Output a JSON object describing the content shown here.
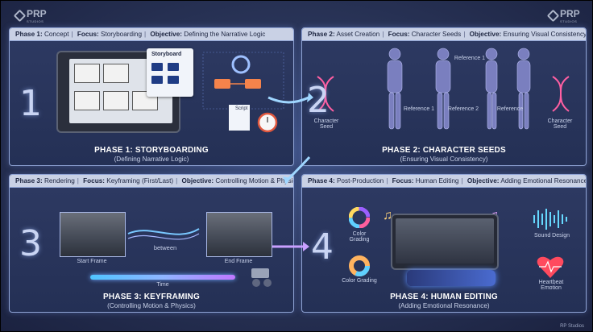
{
  "brand": {
    "top_left": "PRP",
    "top_left_sub": "STUDIOS",
    "top_right": "PRP",
    "top_right_sub": "STUDIOS",
    "footer": "RP Studios"
  },
  "panels": [
    {
      "number": "1",
      "header": {
        "phase": "Phase 1:",
        "phase_name": "Concept",
        "focus_label": "Focus:",
        "focus": "Storyboarding",
        "objective_label": "Objective:",
        "objective": "Defining the Narrative Logic"
      },
      "title": "PHASE 1: STORYBOARDING",
      "subtitle": "(Defining Narrative Logic)",
      "labels": {
        "storyboard": "Storyboard",
        "script": "Script"
      }
    },
    {
      "number": "2",
      "header": {
        "phase": "Phase 2:",
        "phase_name": "Asset Creation",
        "focus_label": "Focus:",
        "focus": "Character Seeds",
        "objective_label": "Objective:",
        "objective": "Ensuring Visual Consistency"
      },
      "title": "PHASE 2: CHARACTER SEEDS",
      "subtitle": "(Ensuring Visual Consistency)",
      "labels": {
        "seed_left": "Character Seed",
        "seed_right": "Character Seed",
        "ref1_top": "Reference 1",
        "ref1": "Reference 1",
        "ref2": "Reference 2",
        "ref3": "Reference"
      }
    },
    {
      "number": "3",
      "header": {
        "phase": "Phase 3:",
        "phase_name": "Rendering",
        "focus_label": "Focus:",
        "focus": "Keyframing (First/Last)",
        "objective_label": "Objective:",
        "objective": "Controlling Motion & Physics"
      },
      "title": "PHASE 3: KEYFRAMING",
      "subtitle": "(Controlling Motion & Physics)",
      "labels": {
        "start_frame": "Start Frame",
        "between": "between",
        "end_frame": "End Frame",
        "time": "Time"
      }
    },
    {
      "number": "4",
      "header": {
        "phase": "Phase 4:",
        "phase_name": "Post-Production",
        "focus_label": "Focus:",
        "focus": "Human Editing",
        "objective_label": "Objective:",
        "objective": "Adding Emotional Resonance"
      },
      "title": "PHASE 4: HUMAN EDITING",
      "subtitle": "(Adding Emotional Resonance)",
      "labels": {
        "color_grading_top": "Color Grading",
        "color_grading_bottom": "Color Grading",
        "sound_design": "Sound Design",
        "heartbeat": "Heartbeat Emotion"
      }
    }
  ],
  "colors": {
    "panel_border": "#8fa3d4",
    "header_bg": "#d7def0",
    "accent_blue": "#4fc4ff",
    "accent_purple": "#c078ff",
    "heart_red": "#ff4a5e"
  }
}
